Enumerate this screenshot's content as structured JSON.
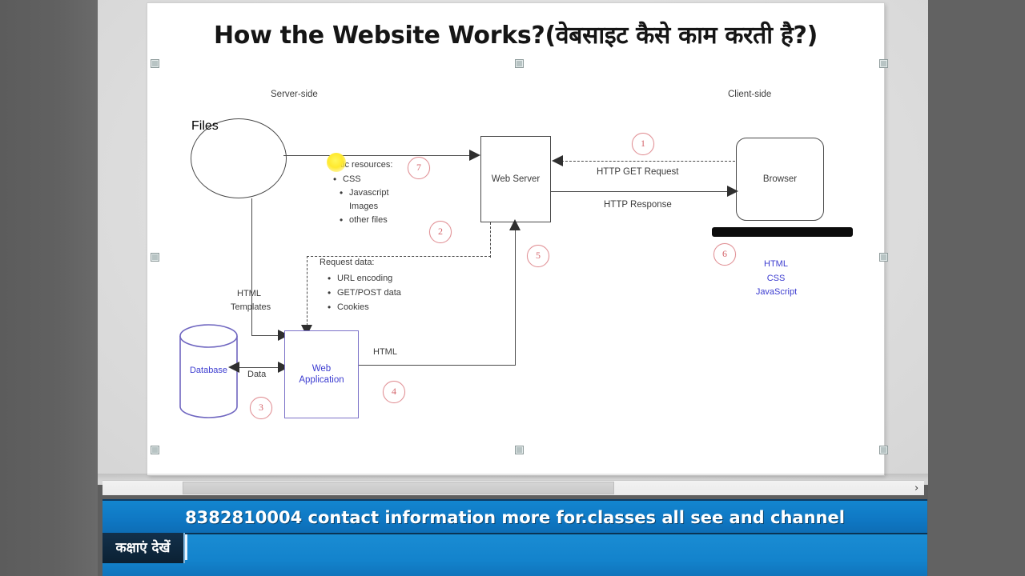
{
  "window": {
    "background_color": "#5e5e5e",
    "workspace_color": "#dedede"
  },
  "slide": {
    "title": "How the Website Works?(वेबसाइट कैसे काम करती है?)",
    "background_color": "#ffffff"
  },
  "diagram": {
    "type": "flowchart",
    "zone_labels": [
      {
        "name": "server-side",
        "text": "Server-side"
      },
      {
        "name": "client-side",
        "text": "Client-side"
      }
    ],
    "nodes": [
      {
        "name": "files",
        "text": "Files",
        "shape": "cylinder-horizontal"
      },
      {
        "name": "web-server",
        "text": "Web Server",
        "shape": "rectangle"
      },
      {
        "name": "browser",
        "text": "Browser",
        "shape": "rounded-rectangle"
      },
      {
        "name": "database",
        "text": "Database",
        "shape": "cylinder-vertical",
        "color": "#3c3cd0"
      },
      {
        "name": "web-application",
        "text": "Web\nApplication",
        "line1": "Web",
        "line2": "Application",
        "shape": "rectangle",
        "color": "#3c3cd0"
      }
    ],
    "edge_labels": [
      {
        "name": "http-get-request",
        "text": "HTTP GET Request",
        "style": "dashed"
      },
      {
        "name": "http-response",
        "text": "HTTP Response",
        "style": "solid"
      },
      {
        "name": "html-templates-line1",
        "text": "HTML"
      },
      {
        "name": "html-templates-line2",
        "text": "Templates"
      },
      {
        "name": "data",
        "text": "Data"
      },
      {
        "name": "html-output",
        "text": "HTML"
      }
    ],
    "static_resources": {
      "heading": "tic resources:",
      "heading_full": "Static resources:",
      "items": [
        "CSS",
        "Javascript",
        "Images",
        "other files"
      ]
    },
    "request_data": {
      "heading": "Request data:",
      "items": [
        "URL encoding",
        "GET/POST data",
        "Cookies"
      ]
    },
    "client_stack": [
      "HTML",
      "CSS",
      "JavaScript"
    ],
    "step_numbers": [
      "1",
      "2",
      "3",
      "4",
      "5",
      "6",
      "7"
    ],
    "number_color": "#d4656c"
  },
  "scrollbar": {
    "right_arrow": "›"
  },
  "banner": {
    "ticker_text": "8382810004 contact information more for.classes all see and channel",
    "classes_button": "कक्षाएं देखें",
    "accent_color": "#0f78c4"
  }
}
